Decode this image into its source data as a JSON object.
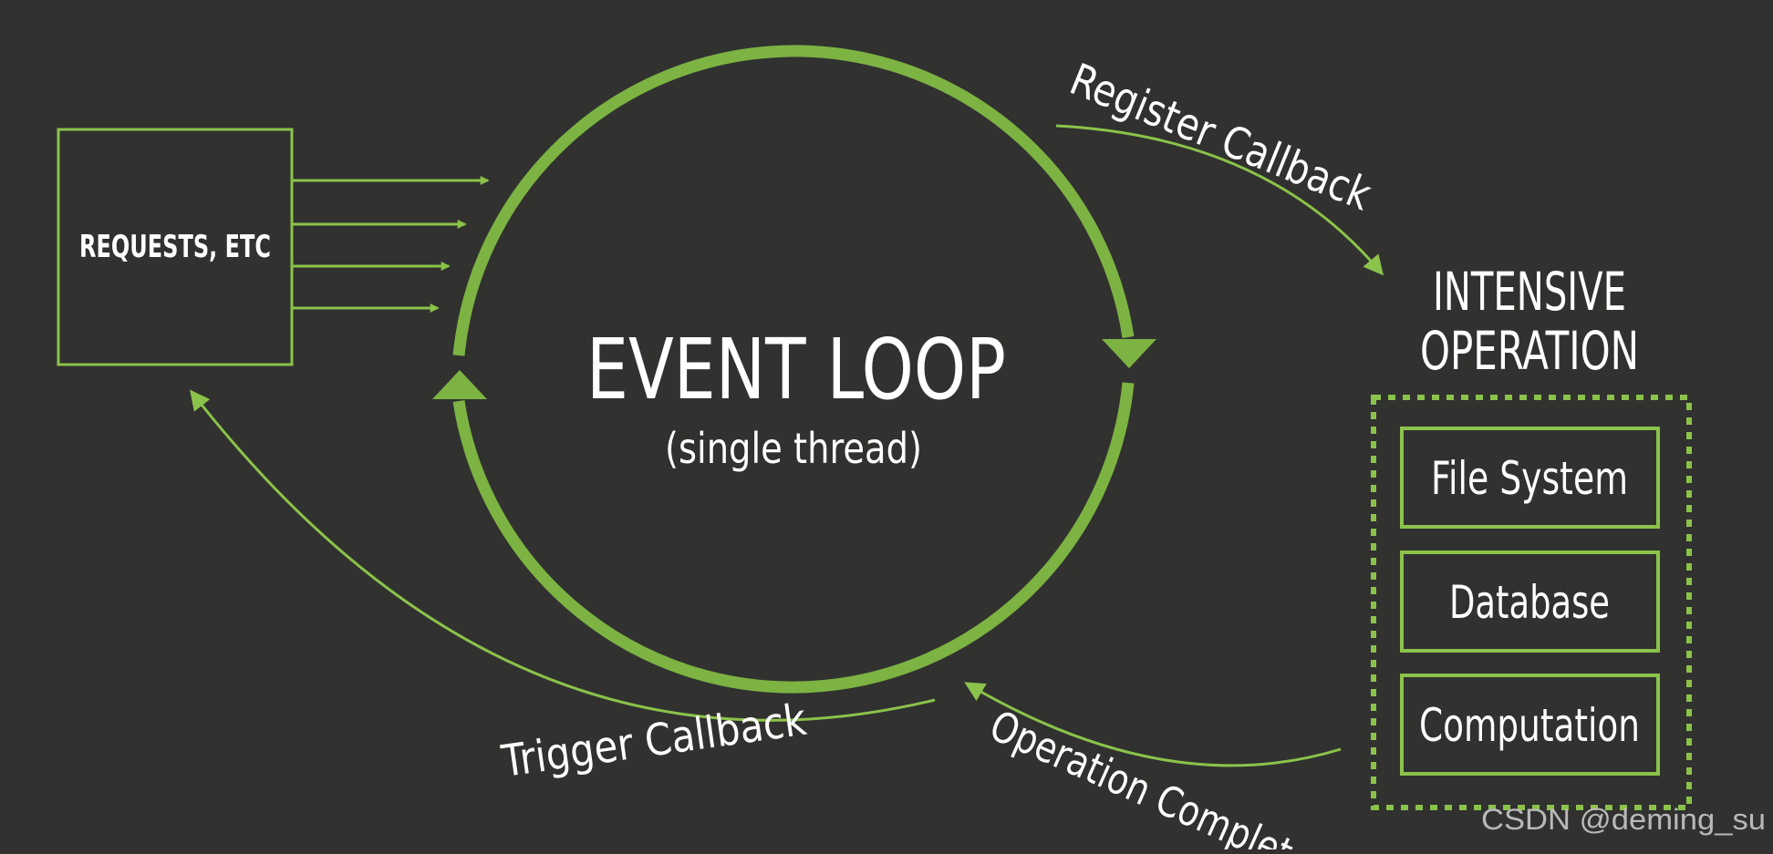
{
  "colors": {
    "background": "#313130",
    "accent": "#7cb342",
    "accent_light": "#8bc34a",
    "text": "#ffffff",
    "watermark": "#b9b9b9"
  },
  "requests_box": {
    "label": "REQUESTS, ETC"
  },
  "event_loop": {
    "title": "EVENT LOOP",
    "subtitle": "(single thread)"
  },
  "arrows": {
    "register": "Register Callback",
    "operation_complete": "Operation Complete",
    "trigger": "Trigger Callback"
  },
  "intensive": {
    "title_line1": "INTENSIVE",
    "title_line2": "OPERATION",
    "items": [
      "File System",
      "Database",
      "Computation"
    ]
  },
  "watermark": "CSDN @deming_su"
}
